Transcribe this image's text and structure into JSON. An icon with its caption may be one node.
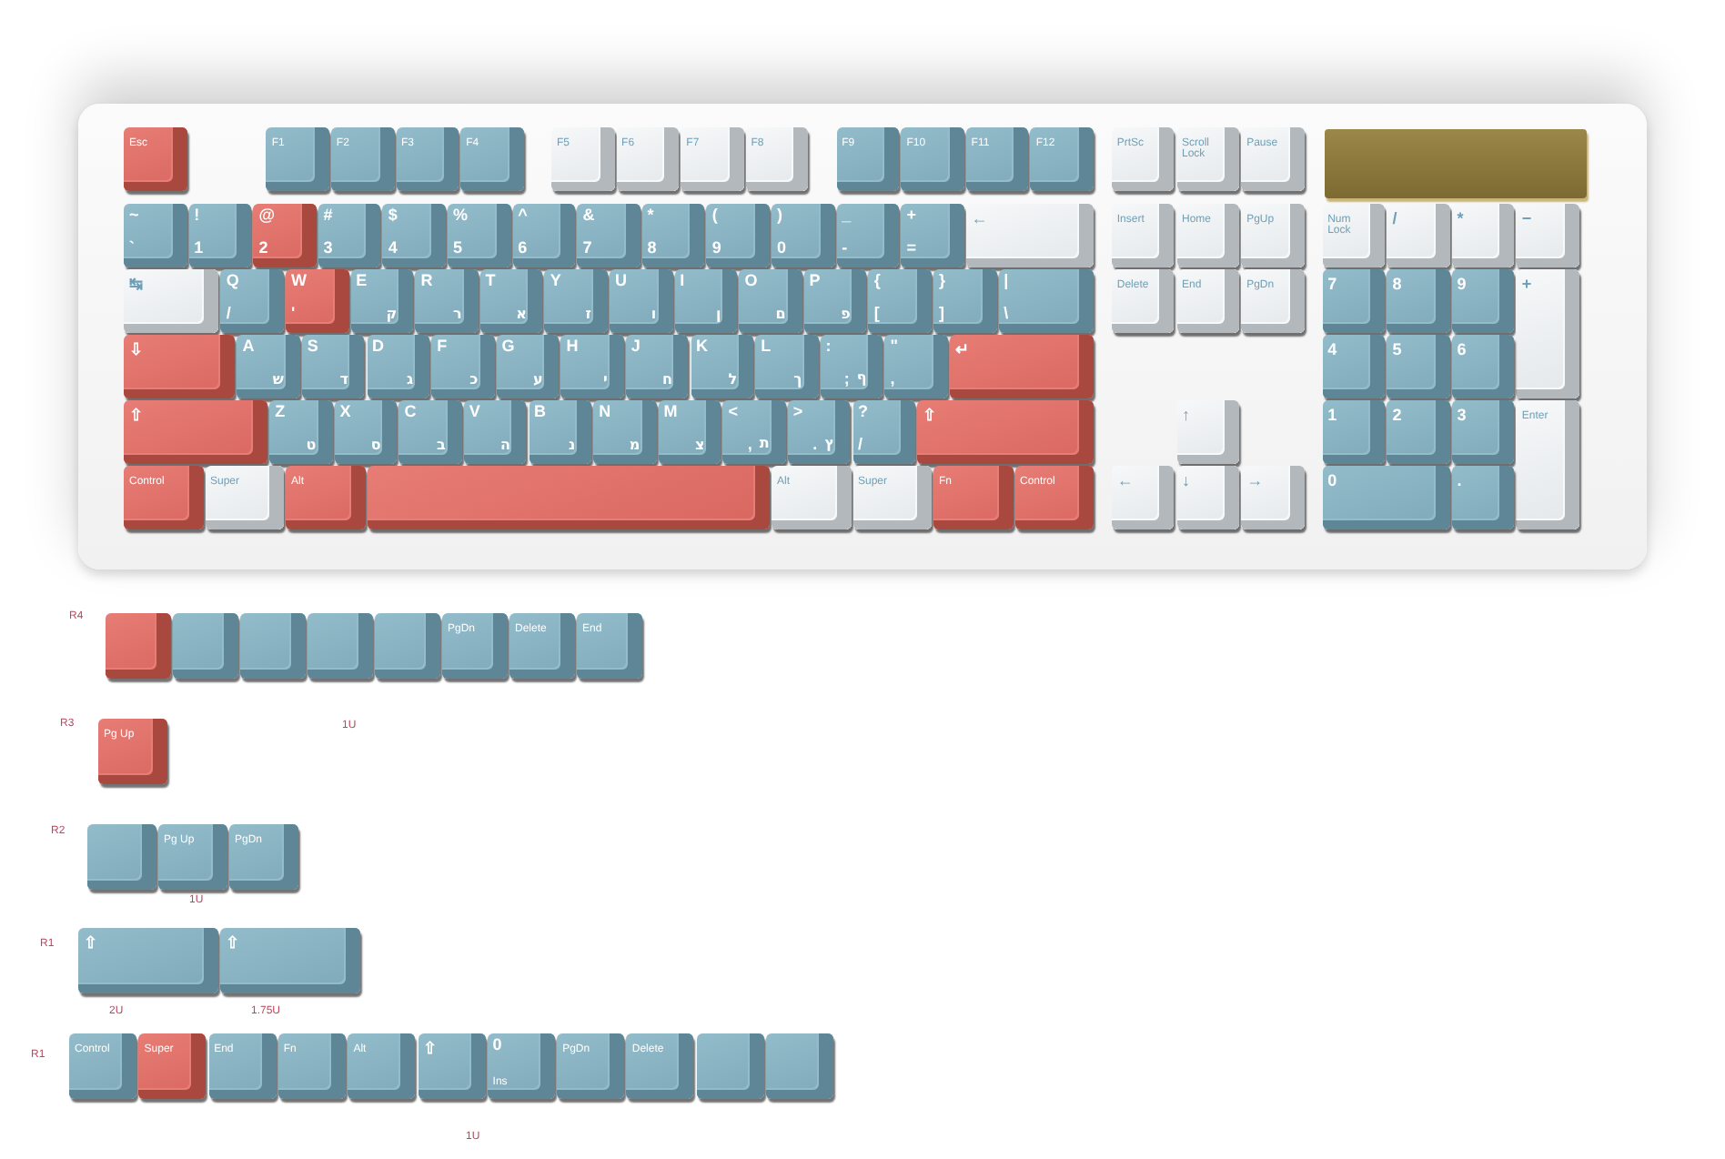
{
  "diagram": {
    "nodes": [
      {
        "text": [
          "Esc"
        ]
      },
      {
        "text": [
          "F1"
        ]
      },
      {
        "text": [
          "F2"
        ]
      },
      {
        "text": [
          "F3"
        ]
      },
      {
        "text": [
          "F4"
        ]
      },
      {
        "text": [
          "F5"
        ]
      },
      {
        "text": [
          "F6"
        ]
      },
      {
        "text": [
          "F7"
        ]
      },
      {
        "text": [
          "F8"
        ]
      },
      {
        "text": [
          "F9"
        ]
      },
      {
        "text": [
          "F10"
        ]
      },
      {
        "text": [
          "F11"
        ]
      },
      {
        "text": [
          "F12"
        ]
      },
      {
        "text": [
          "PrtSc"
        ]
      },
      {
        "text": [
          "Scroll Lock"
        ]
      },
      {
        "text": [
          "Pause"
        ]
      },
      {
        "text": [
          "~",
          "`"
        ]
      },
      {
        "text": [
          "!",
          "1"
        ]
      },
      {
        "text": [
          "@",
          "2"
        ]
      },
      {
        "text": [
          "#",
          "3"
        ]
      },
      {
        "text": [
          "$",
          "4"
        ]
      },
      {
        "text": [
          "%",
          "5"
        ]
      },
      {
        "text": [
          "^",
          "6"
        ]
      },
      {
        "text": [
          "&",
          "7"
        ]
      },
      {
        "text": [
          "*",
          "8"
        ]
      },
      {
        "text": [
          "(",
          "9"
        ]
      },
      {
        "text": [
          ")",
          "0"
        ]
      },
      {
        "text": [
          "_",
          "-"
        ]
      },
      {
        "text": [
          "+",
          "="
        ]
      },
      {
        "text": [
          "←"
        ]
      },
      {
        "text": [
          "Insert"
        ]
      },
      {
        "text": [
          "Home"
        ]
      },
      {
        "text": [
          "PgUp"
        ]
      },
      {
        "text": [
          "Num Lock"
        ]
      },
      {
        "text": [
          "/"
        ]
      },
      {
        "text": [
          "*"
        ]
      },
      {
        "text": [
          "−"
        ]
      },
      {
        "text": [
          "↹"
        ]
      },
      {
        "text": [
          "Q",
          "/"
        ]
      },
      {
        "text": [
          "W",
          "'"
        ]
      },
      {
        "text": [
          "E",
          "ק"
        ]
      },
      {
        "text": [
          "R",
          "ר"
        ]
      },
      {
        "text": [
          "T",
          "א"
        ]
      },
      {
        "text": [
          "Y",
          "ז"
        ]
      },
      {
        "text": [
          "U",
          "ו"
        ]
      },
      {
        "text": [
          "I",
          "ן"
        ]
      },
      {
        "text": [
          "O",
          "ם"
        ]
      },
      {
        "text": [
          "P",
          "פ"
        ]
      },
      {
        "text": [
          "{",
          "["
        ]
      },
      {
        "text": [
          "}",
          "]"
        ]
      },
      {
        "text": [
          "|",
          "\\"
        ]
      },
      {
        "text": [
          "Delete"
        ]
      },
      {
        "text": [
          "End"
        ]
      },
      {
        "text": [
          "PgDn"
        ]
      },
      {
        "text": [
          "7"
        ]
      },
      {
        "text": [
          "8"
        ]
      },
      {
        "text": [
          "9"
        ]
      },
      {
        "text": [
          "+"
        ]
      },
      {
        "text": [
          "⇩"
        ]
      },
      {
        "text": [
          "A",
          "ש"
        ]
      },
      {
        "text": [
          "S",
          "ד"
        ]
      },
      {
        "text": [
          "D",
          "ג"
        ]
      },
      {
        "text": [
          "F",
          "כ"
        ]
      },
      {
        "text": [
          "G",
          "ע"
        ]
      },
      {
        "text": [
          "H",
          "י"
        ]
      },
      {
        "text": [
          "J",
          "ח"
        ]
      },
      {
        "text": [
          "K",
          "ל"
        ]
      },
      {
        "text": [
          "L",
          "ך"
        ]
      },
      {
        "text": [
          ":",
          ";",
          "ף"
        ]
      },
      {
        "text": [
          "\"",
          ","
        ]
      },
      {
        "text": [
          "↵"
        ]
      },
      {
        "text": [
          "4"
        ]
      },
      {
        "text": [
          "5"
        ]
      },
      {
        "text": [
          "6"
        ]
      },
      {
        "text": [
          "⇧"
        ]
      },
      {
        "text": [
          "Z",
          "ט"
        ]
      },
      {
        "text": [
          "X",
          "ס"
        ]
      },
      {
        "text": [
          "C",
          "ב"
        ]
      },
      {
        "text": [
          "V",
          "ה"
        ]
      },
      {
        "text": [
          "B",
          "נ"
        ]
      },
      {
        "text": [
          "N",
          "מ"
        ]
      },
      {
        "text": [
          "M",
          "צ"
        ]
      },
      {
        "text": [
          "<",
          ",",
          "ת"
        ]
      },
      {
        "text": [
          ">",
          ".",
          "ץ"
        ]
      },
      {
        "text": [
          "?",
          "/"
        ]
      },
      {
        "text": [
          "⇧"
        ]
      },
      {
        "text": [
          "↑"
        ]
      },
      {
        "text": [
          "1"
        ]
      },
      {
        "text": [
          "2"
        ]
      },
      {
        "text": [
          "3"
        ]
      },
      {
        "text": [
          "Enter"
        ]
      },
      {
        "text": [
          "Control"
        ]
      },
      {
        "text": [
          "Super"
        ]
      },
      {
        "text": [
          "Alt"
        ]
      },
      {
        "text": [],
        "shape": "box"
      },
      {
        "text": [
          "Alt"
        ]
      },
      {
        "text": [
          "Super"
        ]
      },
      {
        "text": [
          "Fn"
        ]
      },
      {
        "text": [
          "Control"
        ]
      },
      {
        "text": [
          "←"
        ]
      },
      {
        "text": [
          "↓"
        ]
      },
      {
        "text": [
          "→"
        ]
      },
      {
        "text": [
          "0"
        ]
      },
      {
        "text": [
          "."
        ]
      },
      {
        "text": [],
        "shape": "box"
      },
      {
        "text": [],
        "shape": "box"
      },
      {
        "text": [],
        "shape": "box"
      },
      {
        "text": [],
        "shape": "box"
      },
      {
        "text": [],
        "shape": "box"
      },
      {
        "text": [
          "PgDn"
        ]
      },
      {
        "text": [
          "Delete"
        ]
      },
      {
        "text": [
          "End"
        ]
      },
      {
        "text": [
          "Pg Up"
        ]
      },
      {
        "text": [],
        "shape": "box"
      },
      {
        "text": [
          "Pg Up"
        ]
      },
      {
        "text": [
          "PgDn"
        ]
      },
      {
        "text": [
          "⇧"
        ]
      },
      {
        "text": [
          "⇧"
        ]
      },
      {
        "text": [
          "Control"
        ]
      },
      {
        "text": [
          "Super"
        ]
      },
      {
        "text": [
          "End"
        ]
      },
      {
        "text": [
          "Fn"
        ]
      },
      {
        "text": [
          "Alt"
        ]
      },
      {
        "text": [
          "⇧"
        ]
      },
      {
        "text": [
          "0",
          "Ins"
        ]
      },
      {
        "text": [
          "PgDn"
        ]
      },
      {
        "text": [
          "Delete"
        ]
      },
      {
        "text": [],
        "shape": "box"
      },
      {
        "text": [],
        "shape": "box"
      }
    ],
    "labels": [
      "R4",
      "R3",
      "1U",
      "R2",
      "1U",
      "R1",
      "2U",
      "1.75U",
      "R1",
      "1U"
    ]
  }
}
